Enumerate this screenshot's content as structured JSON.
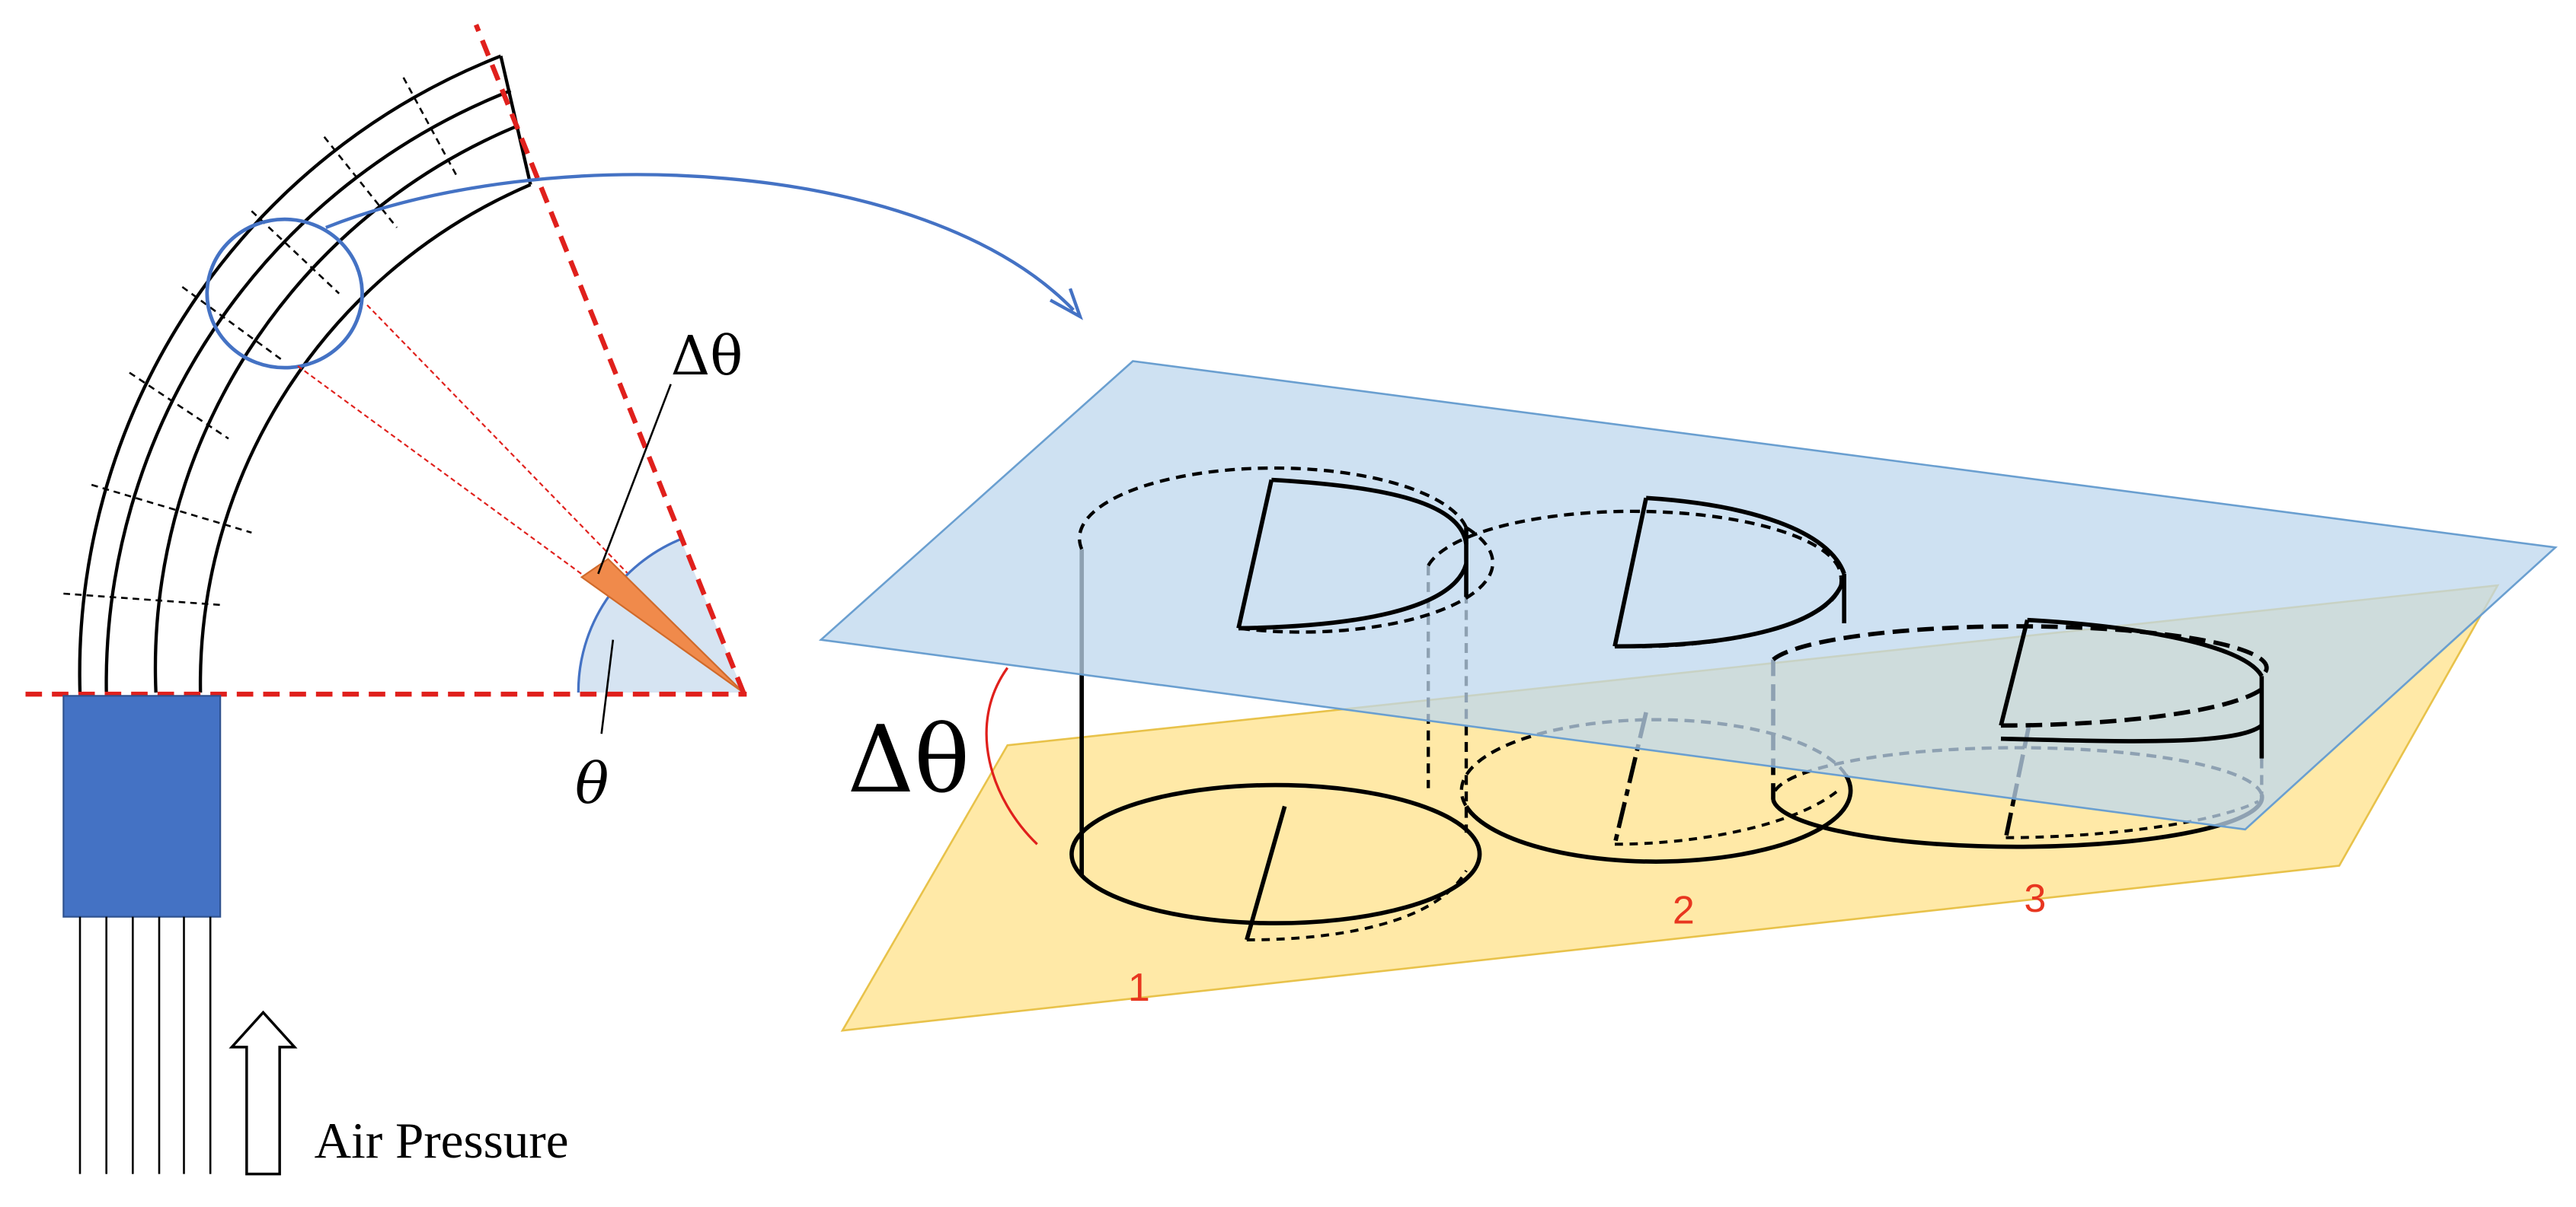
{
  "labels": {
    "delta_theta_small": "Δθ",
    "theta": "θ",
    "delta_theta_large": "Δθ",
    "air_pressure": "Air Pressure",
    "chamber_1": "1",
    "chamber_2": "2",
    "chamber_3": "3"
  },
  "colors": {
    "black": "#000000",
    "red_dashed": "#e0201c",
    "red_label": "#e8361f",
    "blue_base": "#4472c4",
    "blue_arrow": "#4472c4",
    "top_plane": "#bdd7ee",
    "bottom_plane": "#ffe28a",
    "sector_orange": "#f08a4b",
    "theta_fill": "#d6e4f2"
  }
}
